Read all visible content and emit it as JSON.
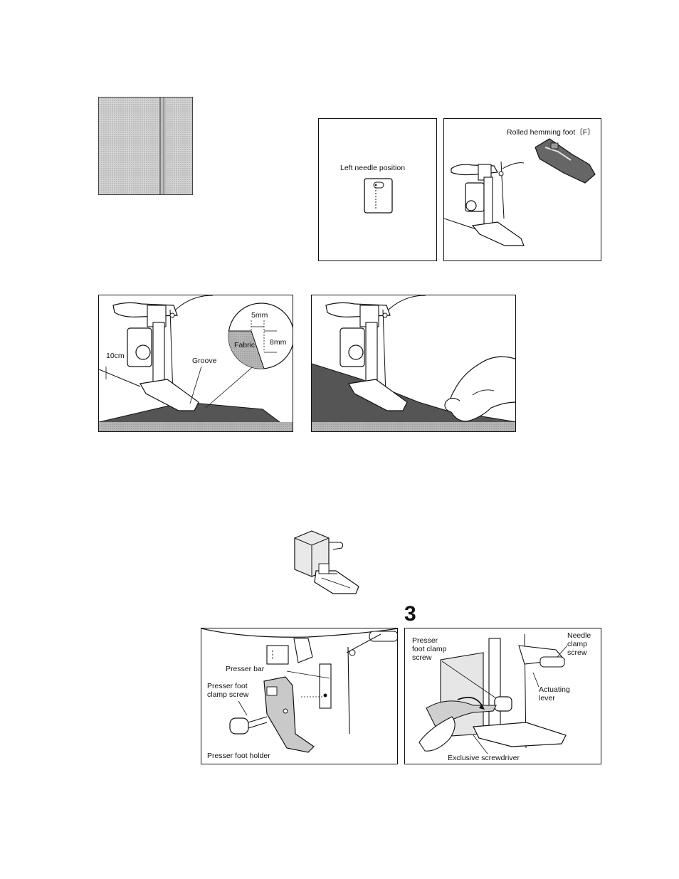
{
  "figures": {
    "hemmed_sample": {},
    "needle_position": {
      "label": "Left needle position"
    },
    "rolled_foot": {
      "label": "Rolled hemming foot〔F〕"
    },
    "hem_start": {
      "label_length": "10cm",
      "label_groove": "Groove",
      "label_fabric": "Fabric",
      "label_width": "5mm",
      "label_depth": "8mm"
    },
    "hem_sewing": {},
    "walking_foot": {},
    "step_number": "3",
    "holder_removal": {
      "label_presser_bar": "Presser bar",
      "label_clamp_screw": "Presser foot\nclamp screw",
      "label_holder": "Presser foot holder"
    },
    "walking_install": {
      "label_clamp_screw": "Presser\nfoot clamp\nscrew",
      "label_needle_clamp": "Needle\nclamp\nscrew",
      "label_actuating_lever": "Actuating\nlever",
      "label_screwdriver": "Exclusive screwdriver"
    }
  }
}
